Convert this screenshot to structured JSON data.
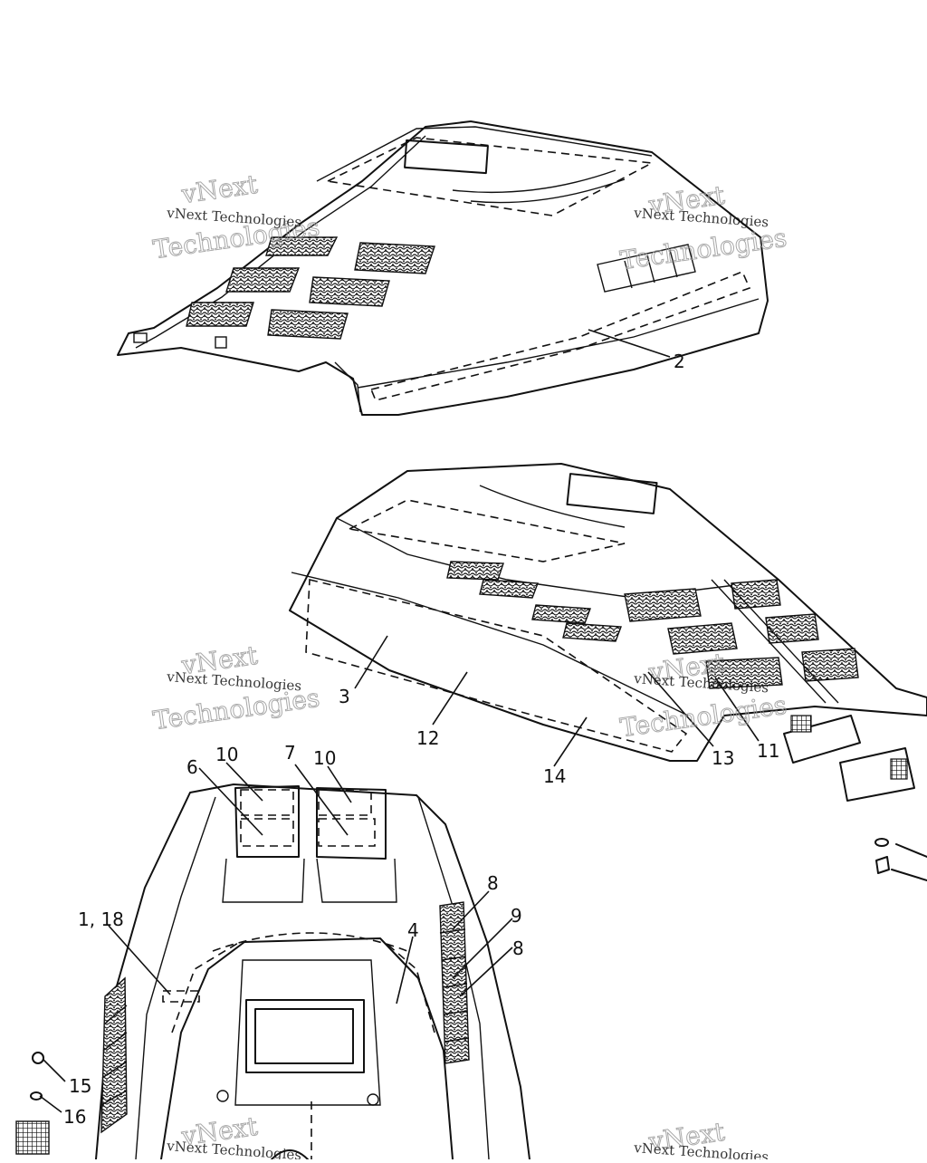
{
  "diagram": {
    "callouts": {
      "c1_18": "1, 18",
      "c2": "2",
      "c3": "3",
      "c4": "4",
      "c6": "6",
      "c7": "7",
      "c8a": "8",
      "c8b": "8",
      "c9": "9",
      "c10a": "10",
      "c10b": "10",
      "c11": "11",
      "c12": "12",
      "c13": "13",
      "c14": "14",
      "c15": "15",
      "c16": "16"
    },
    "watermark": {
      "small": "vNext Technologies",
      "big_a": "vNext",
      "big_b": "Technologies"
    }
  }
}
